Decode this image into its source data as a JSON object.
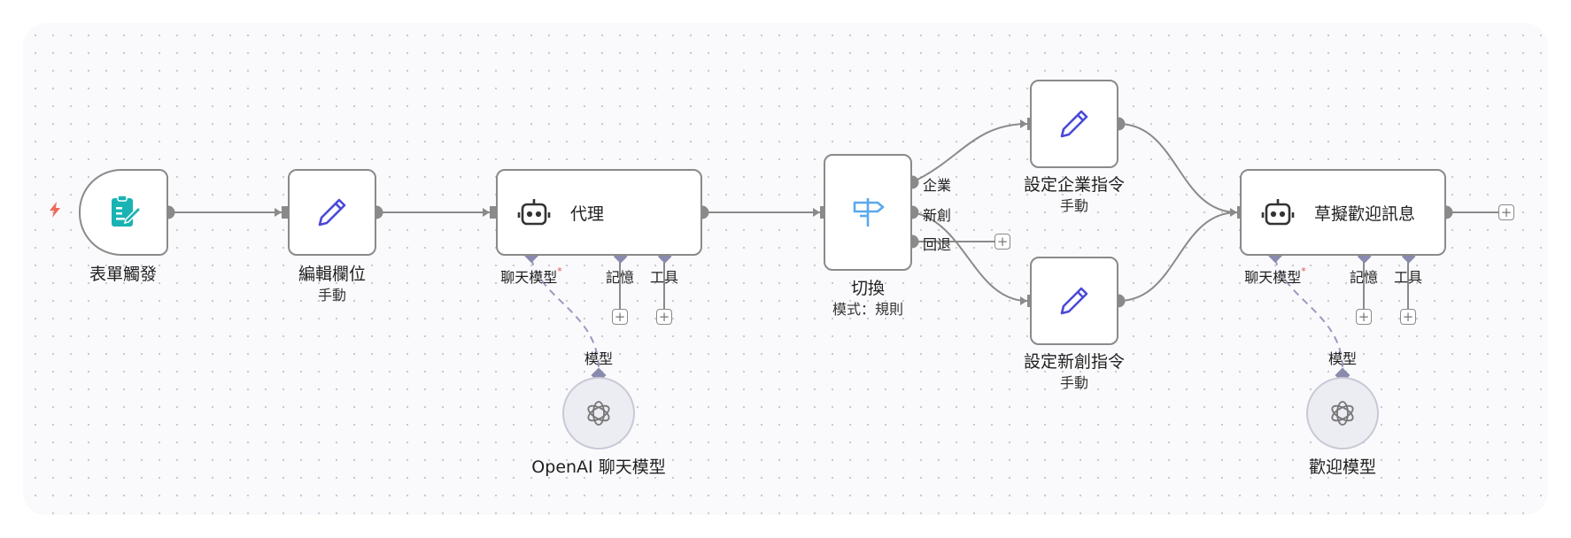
{
  "nodes": {
    "form_trigger": {
      "title": "表單觸發"
    },
    "edit_fields": {
      "title": "編輯欄位",
      "subtitle": "手動"
    },
    "agent": {
      "title": "代理",
      "ports": {
        "chat_model": "聊天模型",
        "memory": "記憶",
        "tools": "工具"
      }
    },
    "openai_model": {
      "title": "OpenAI 聊天模型",
      "port": "模型"
    },
    "switch": {
      "title": "切換",
      "subtitle": "模式：規則",
      "outputs": [
        "企業",
        "新創",
        "回退"
      ]
    },
    "set_enterprise": {
      "title": "設定企業指令",
      "subtitle": "手動"
    },
    "set_startup": {
      "title": "設定新創指令",
      "subtitle": "手動"
    },
    "welcome_agent": {
      "title": "草擬歡迎訊息",
      "ports": {
        "chat_model": "聊天模型",
        "memory": "記憶",
        "tools": "工具"
      }
    },
    "welcome_model": {
      "title": "歡迎模型",
      "port": "模型"
    }
  },
  "required_marker": "*",
  "add_symbol": "+",
  "icons": {
    "trigger": "lightning-bolt-icon",
    "form": "form-document-icon",
    "pencil": "pencil-icon",
    "robot": "robot-icon",
    "switch": "signpost-icon",
    "openai": "openai-logo-icon"
  },
  "colors": {
    "node_border": "#8a8a8a",
    "wire": "#8a8a8a",
    "sub_wire": "#9a9ac2",
    "pencil": "#4a4ad8",
    "form_icon": "#1ab3b3",
    "switch_icon": "#5aa8ee",
    "bolt": "#ef6a5a"
  }
}
